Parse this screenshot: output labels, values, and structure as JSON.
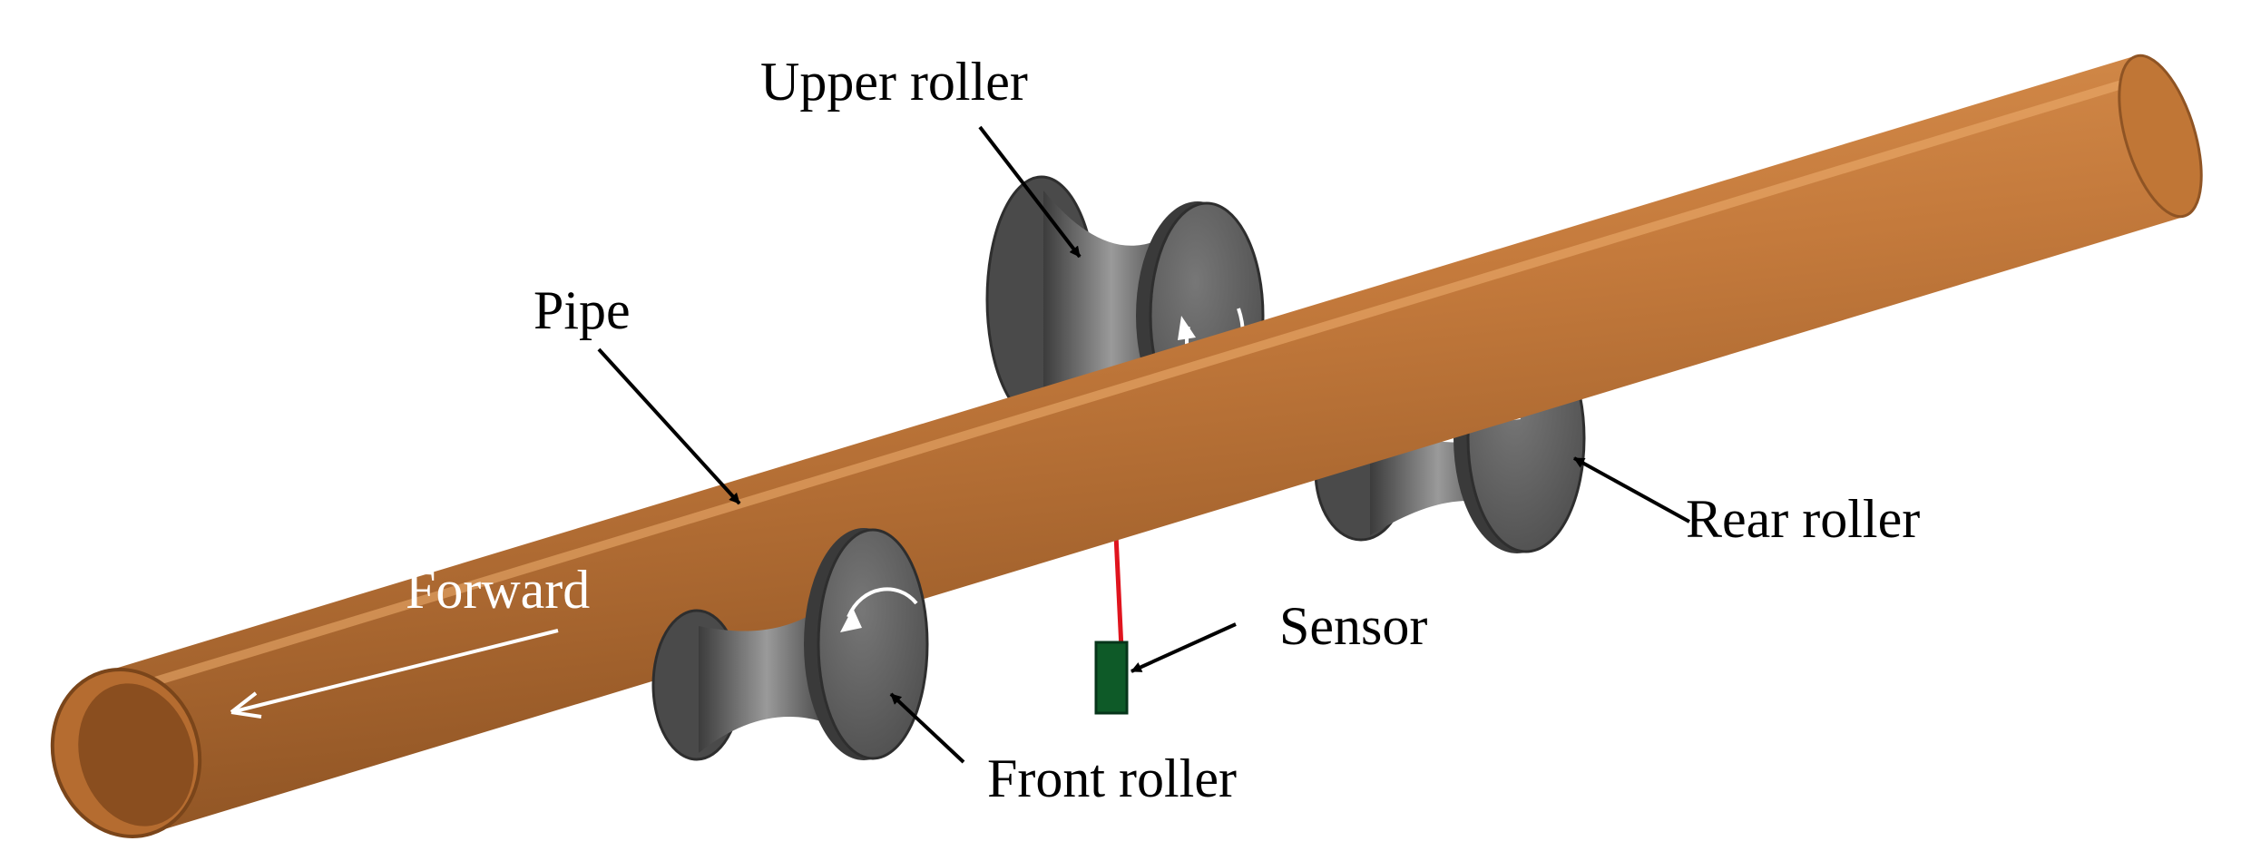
{
  "labels": {
    "upper_roller": "Upper roller",
    "pipe": "Pipe",
    "rear_roller": "Rear roller",
    "sensor": "Sensor",
    "forward": "Forward",
    "front_roller": "Front roller"
  },
  "colors": {
    "pipe": "#C47A3C",
    "pipe_light": "#DC9554",
    "pipe_dark": "#8F5424",
    "roller": "#5A5A5A",
    "roller_light": "#8C8C8C",
    "roller_dark": "#363636",
    "sensor": "#0E5A28",
    "sensor_wire": "#E0141E"
  },
  "icons": {
    "rotation_arrow": "rotation-arrow-icon",
    "direction_arrow": "arrow-left-icon"
  }
}
